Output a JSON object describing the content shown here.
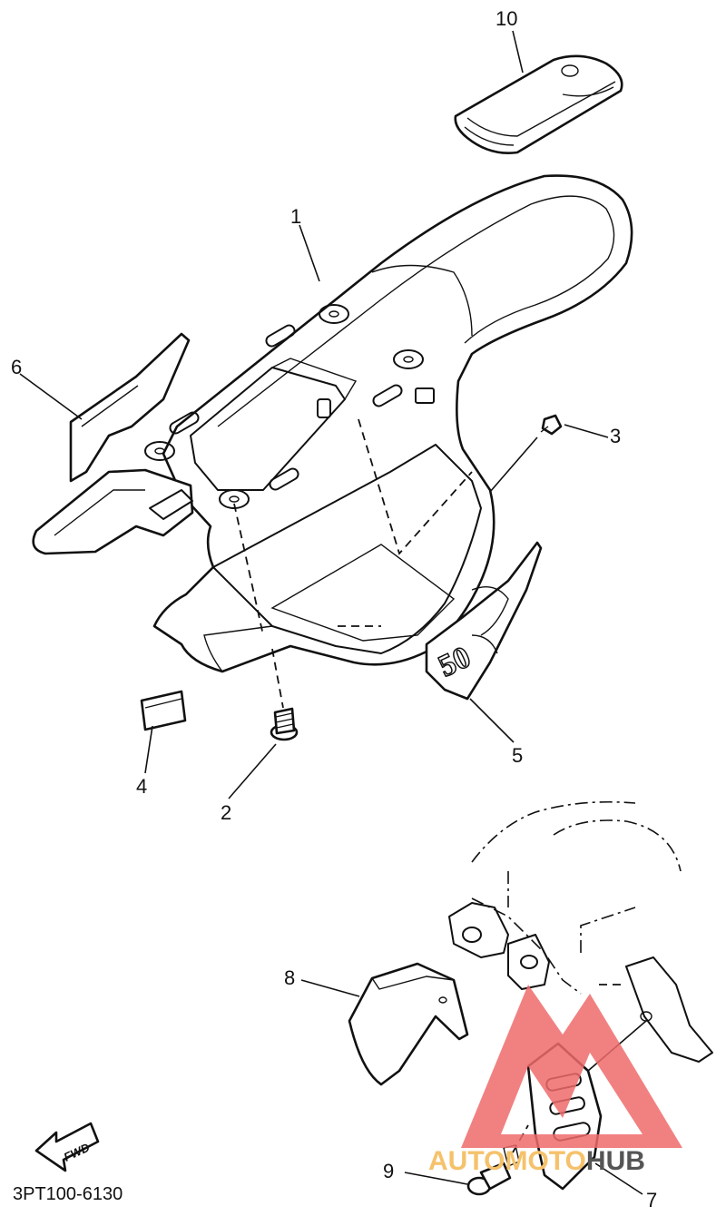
{
  "diagram": {
    "part_code": "3PT100-6130",
    "fwd_label": "FWD",
    "decal_number": "50",
    "callouts": [
      {
        "id": "c1",
        "label": "1"
      },
      {
        "id": "c2",
        "label": "2"
      },
      {
        "id": "c3",
        "label": "3"
      },
      {
        "id": "c4",
        "label": "4"
      },
      {
        "id": "c5",
        "label": "5"
      },
      {
        "id": "c6",
        "label": "6"
      },
      {
        "id": "c7",
        "label": "7"
      },
      {
        "id": "c8",
        "label": "8"
      },
      {
        "id": "c9",
        "label": "9"
      },
      {
        "id": "c10",
        "label": "10"
      }
    ]
  },
  "watermark": {
    "text_part1": "AUTOMOTO",
    "text_part2": "HUB",
    "color_part1": "#f5c26b",
    "color_part2": "#555555",
    "logo_color": "#ef6b6b"
  }
}
